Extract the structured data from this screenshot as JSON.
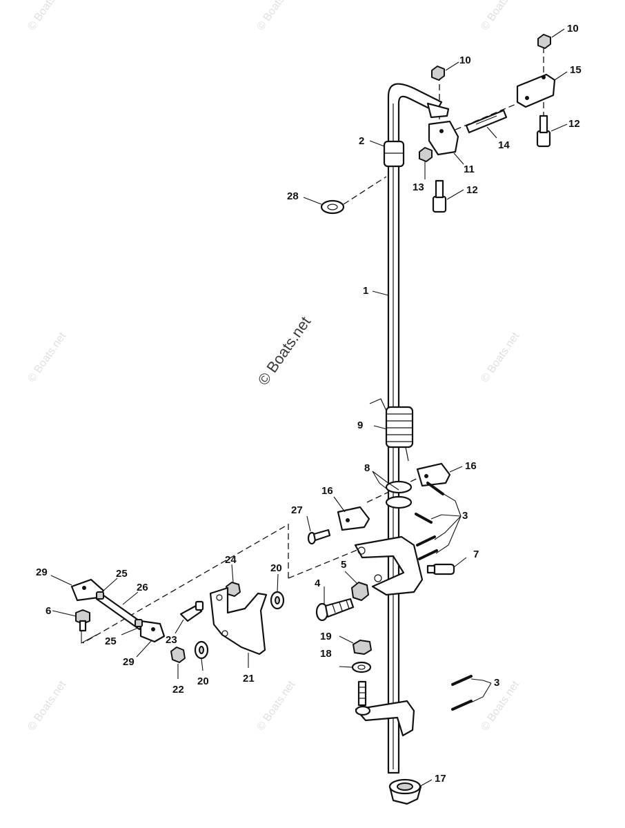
{
  "watermark": {
    "main": "© Boats.net",
    "tile": "© Boats.net"
  },
  "callouts": {
    "c1": "1",
    "c2": "2",
    "c3a": "3",
    "c3b": "3",
    "c4": "4",
    "c5": "5",
    "c6": "6",
    "c7": "7",
    "c8": "8",
    "c9": "9",
    "c10a": "10",
    "c10b": "10",
    "c11": "11",
    "c12a": "12",
    "c12b": "12",
    "c13": "13",
    "c14": "14",
    "c15": "15",
    "c16a": "16",
    "c16b": "16",
    "c17": "17",
    "c18": "18",
    "c19": "19",
    "c20a": "20",
    "c20b": "20",
    "c21": "21",
    "c22": "22",
    "c23": "23",
    "c24": "24",
    "c25a": "25",
    "c25b": "25",
    "c26": "26",
    "c27": "27",
    "c28": "28",
    "c29a": "29",
    "c29b": "29"
  }
}
